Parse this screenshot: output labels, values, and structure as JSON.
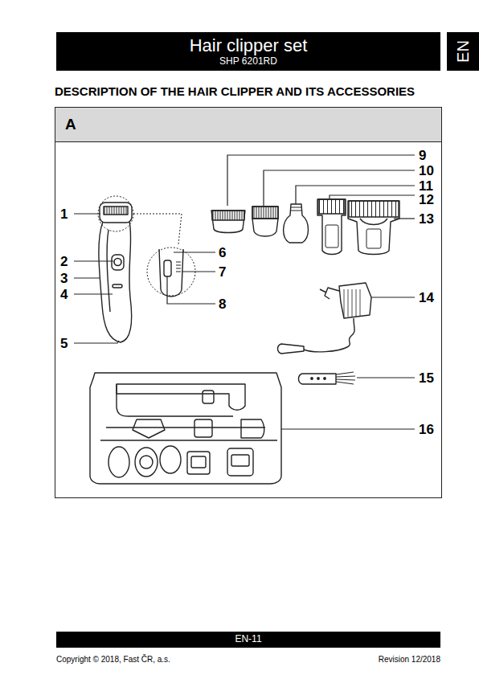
{
  "diagram": {
    "nodes": [
      {
        "text": [
          "Hair clipper set",
          "SHP 6201RD"
        ]
      },
      {
        "text": [
          "EN"
        ]
      },
      {
        "text": [
          "A"
        ]
      },
      {
        "text": [
          "EN-11"
        ]
      }
    ],
    "labels": [
      "DESCRIPTION OF THE HAIR CLIPPER AND ITS ACCESSORIES",
      "1",
      "2",
      "3",
      "4",
      "5",
      "6",
      "7",
      "8",
      "9",
      "10",
      "11",
      "12",
      "13",
      "14",
      "15",
      "16",
      "Copyright © 2018, Fast ČR, a.s.",
      "Revision 12/2018"
    ]
  }
}
